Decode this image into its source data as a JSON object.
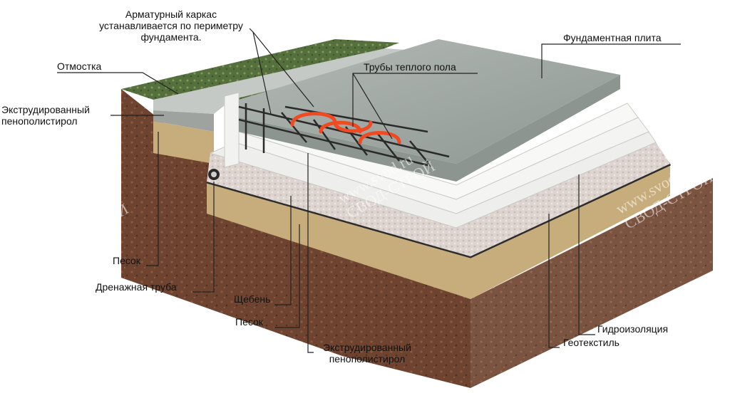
{
  "labels": {
    "rebar_line1": "Арматурный каркас",
    "rebar_line2": "устанавливается по периметру",
    "rebar_line3": "фундамента.",
    "slab": "Фундаментная плита",
    "pipes": "Трубы теплого пола",
    "blind_area": "Отмостка",
    "xps_side_line1": "Экструдированный",
    "xps_side_line2": "пенополистирол",
    "sand_side": "Песок",
    "drain_pipe": "Дренажная труба",
    "gravel": "Щебень",
    "sand_bottom": "Песок",
    "xps_bottom_line1": "Экструдированный",
    "xps_bottom_line2": "пенополистирол",
    "waterproofing": "Гидроизоляция",
    "geotextile": "Геотекстиль"
  },
  "watermarks": {
    "url": "www.svod.ru",
    "brand": "СВОД-СТРОЙ"
  },
  "colors": {
    "soil": "#6e4430",
    "soil_dark": "#4a2b1e",
    "sand": "#c8ad7c",
    "gravel": "#ddd3cf",
    "xps": "#f4f4f2",
    "concrete": "#a2a9a4",
    "grass": "#5e7a45",
    "pipe": "#ef4a22",
    "leader": "#222222"
  }
}
